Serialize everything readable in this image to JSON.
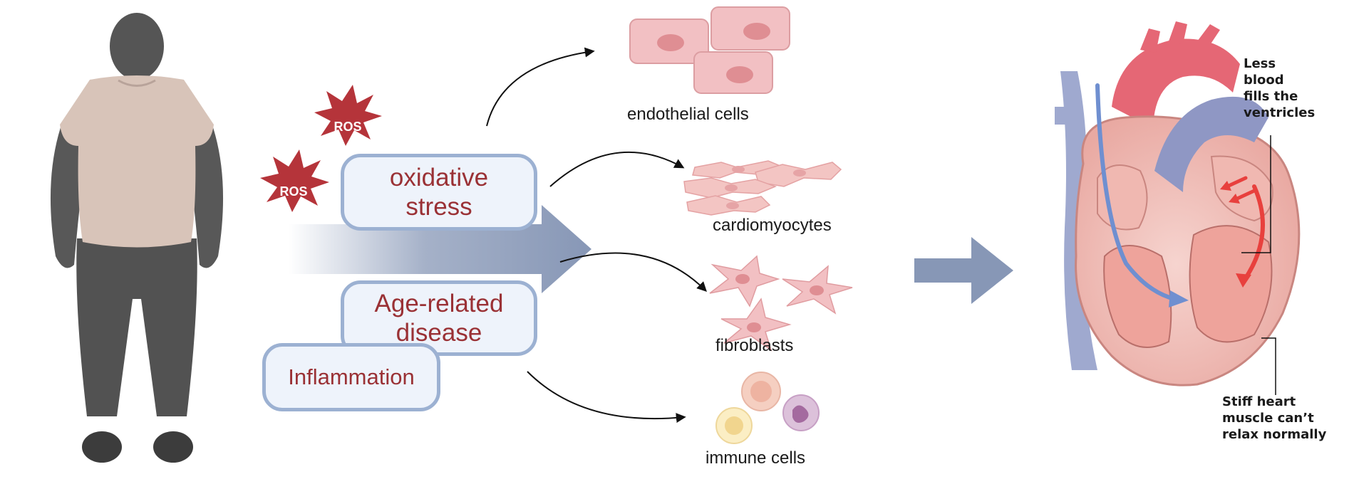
{
  "ros": {
    "label_top": "ROS",
    "label_bottom": "ROS"
  },
  "factors": {
    "oxidative_line1": "oxidative",
    "oxidative_line2": "stress",
    "age_line1": "Age-related",
    "age_line2": "disease",
    "inflammation": "Inflammation"
  },
  "cells": {
    "endothelial": "endothelial cells",
    "cardiomyocytes": "cardiomyocytes",
    "fibroblasts": "fibroblasts",
    "immune": "immune cells"
  },
  "heart": {
    "note_top": [
      "Less",
      "blood",
      "fills the",
      "ventricles"
    ],
    "note_bottom": [
      "Stiff heart",
      "muscle can’t",
      "relax normally"
    ]
  },
  "colors": {
    "factor_text": "#9a3135",
    "factor_border": "#9cb1d2",
    "factor_fill": "#eef3fb",
    "ros_star": "#b5343a",
    "big_arrow": "#8797b6",
    "person_shirt": "#d8c4b9",
    "person_body": "#555555"
  }
}
